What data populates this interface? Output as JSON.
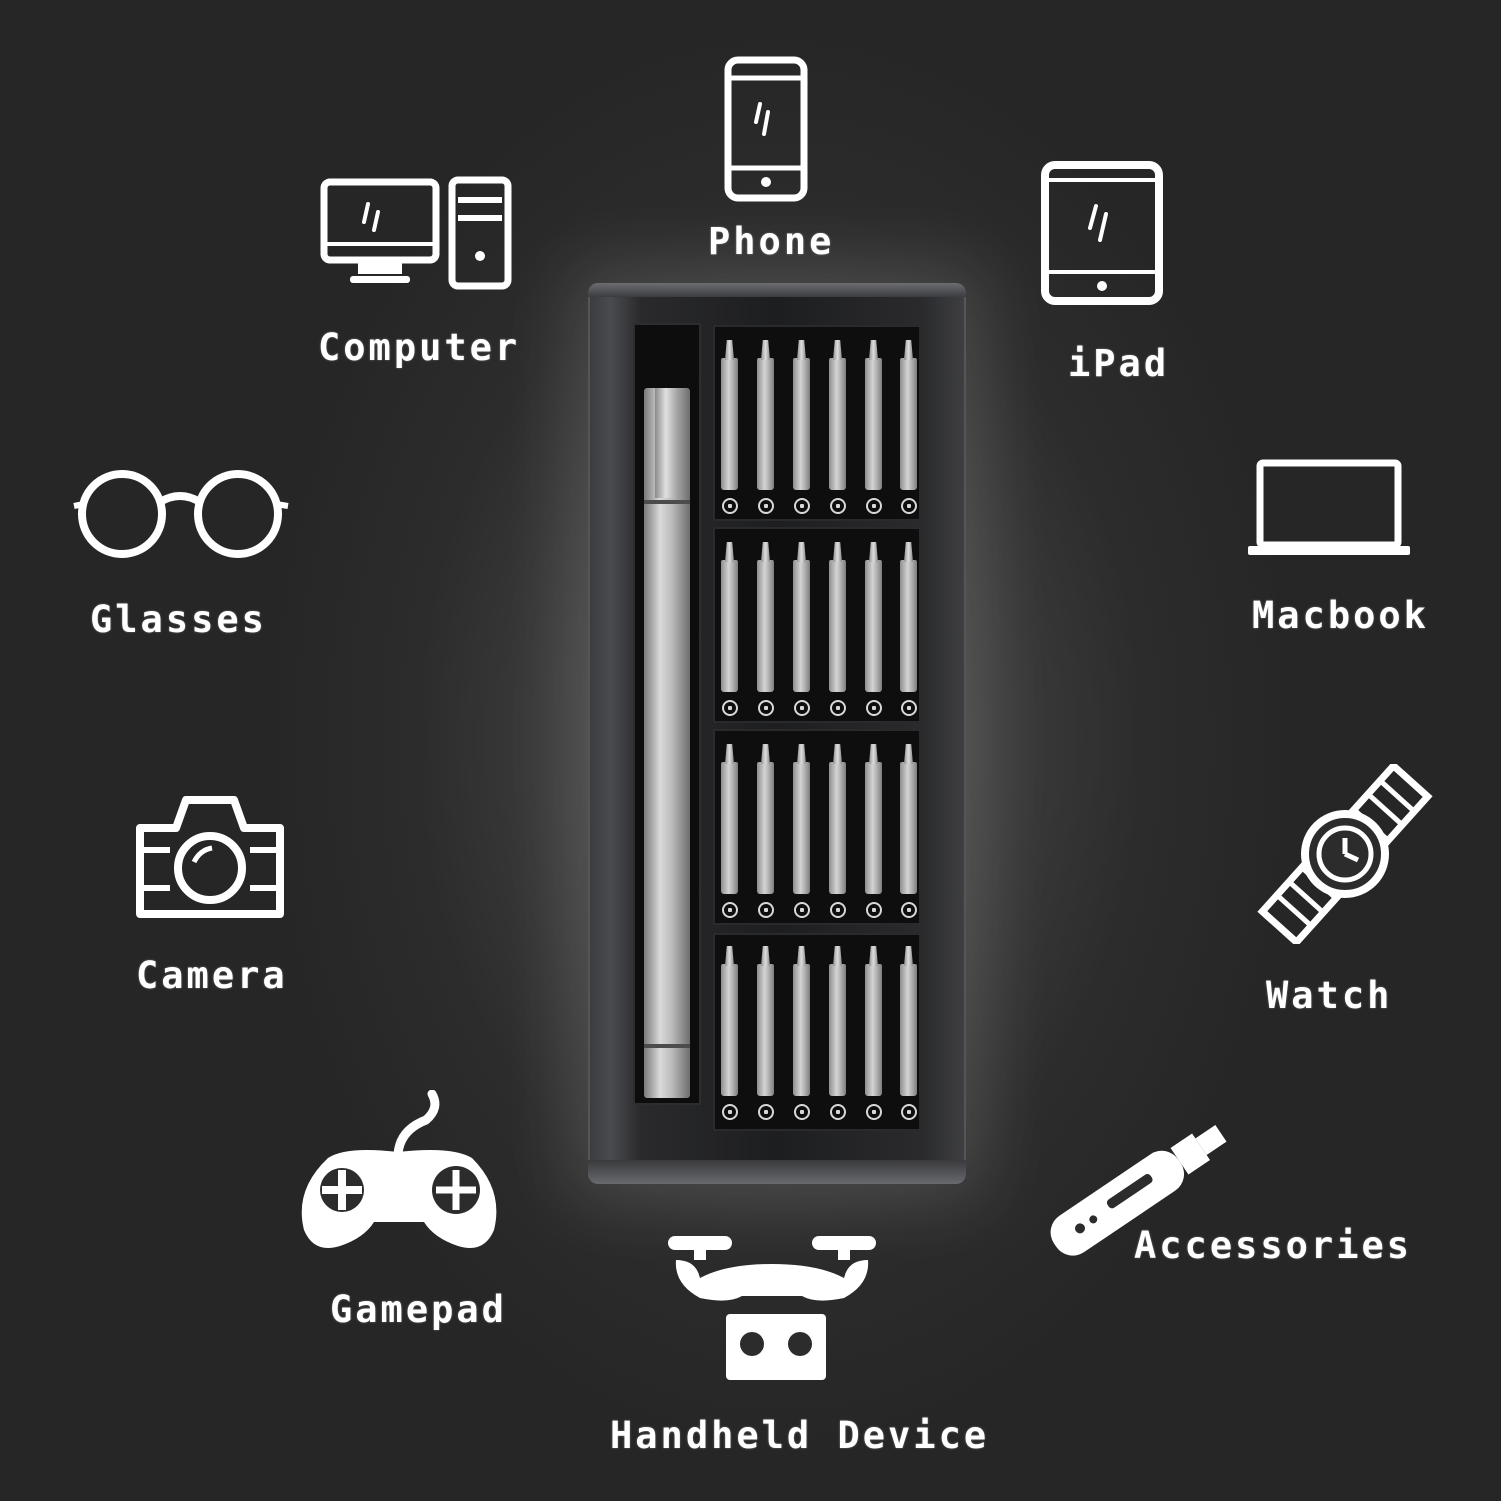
{
  "labels": {
    "phone": "Phone",
    "computer": "Computer",
    "ipad": "iPad",
    "glasses": "Glasses",
    "macbook": "Macbook",
    "camera": "Camera",
    "watch": "Watch",
    "gamepad": "Gamepad",
    "accessories": "Accessories",
    "handheld": "Handheld Device"
  },
  "colors": {
    "background": "#2c2c2c",
    "text": "#ffffff",
    "icon": "#ffffff",
    "case": "#1d1e20",
    "bit": "#c8c8c8"
  },
  "icons": [
    "phone-icon",
    "computer-icon",
    "ipad-icon",
    "glasses-icon",
    "macbook-icon",
    "camera-icon",
    "watch-icon",
    "gamepad-icon",
    "accessories-icon",
    "drone-icon",
    "screwdriver-case"
  ]
}
